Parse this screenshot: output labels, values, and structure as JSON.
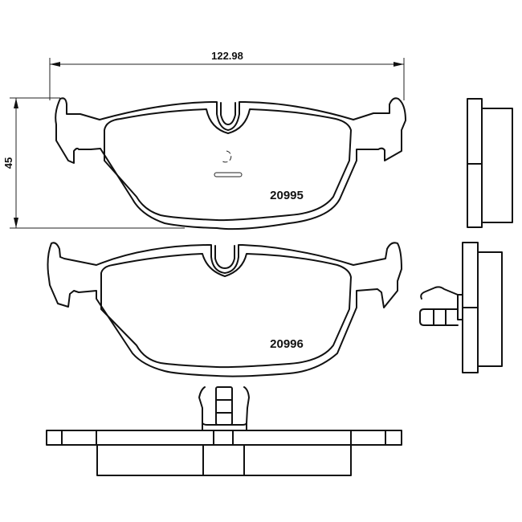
{
  "drawing": {
    "title": "Brake pad set technical drawing",
    "colors": {
      "line": "#111111",
      "background": "#ffffff"
    }
  },
  "dimensions": {
    "width_label": "122.98",
    "height_label": "45"
  },
  "pads": [
    {
      "part_number": "20995",
      "view": "front-top"
    },
    {
      "part_number": "20996",
      "view": "front-bottom"
    }
  ],
  "views": {
    "side_top": "side view of pad 20995",
    "side_bottom": "side view of pad 20996 with clip",
    "top_view": "top view with spring clip"
  }
}
